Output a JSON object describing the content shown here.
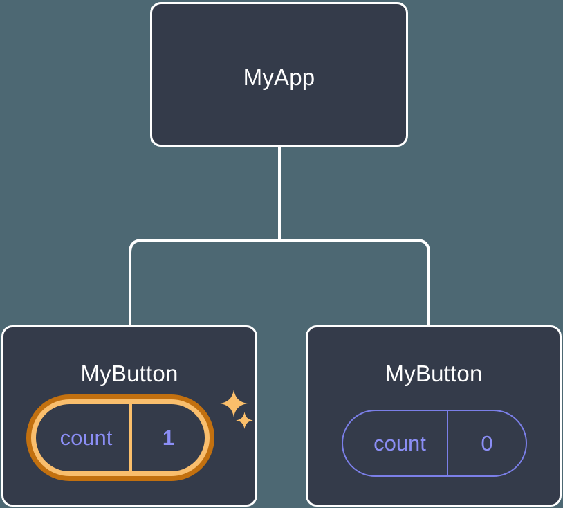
{
  "diagram": {
    "type": "component-tree",
    "background_color": "#4d6873",
    "node_fill_color": "#343b4a",
    "node_border_color": "#ffffff",
    "connector_color": "#ffffff",
    "accent_highlight_color": "#f9be6d",
    "accent_highlight_ring_color": "#c2700f",
    "state_text_color": "#8b8ef5",
    "nodes": {
      "root": {
        "label": "MyApp"
      },
      "child_left": {
        "label": "MyButton",
        "state": {
          "key": "count",
          "value": "1",
          "highlighted": true,
          "sparkle_large": "sparkle-icon",
          "sparkle_small": "sparkle-icon"
        }
      },
      "child_right": {
        "label": "MyButton",
        "state": {
          "key": "count",
          "value": "0",
          "highlighted": false
        }
      }
    }
  }
}
